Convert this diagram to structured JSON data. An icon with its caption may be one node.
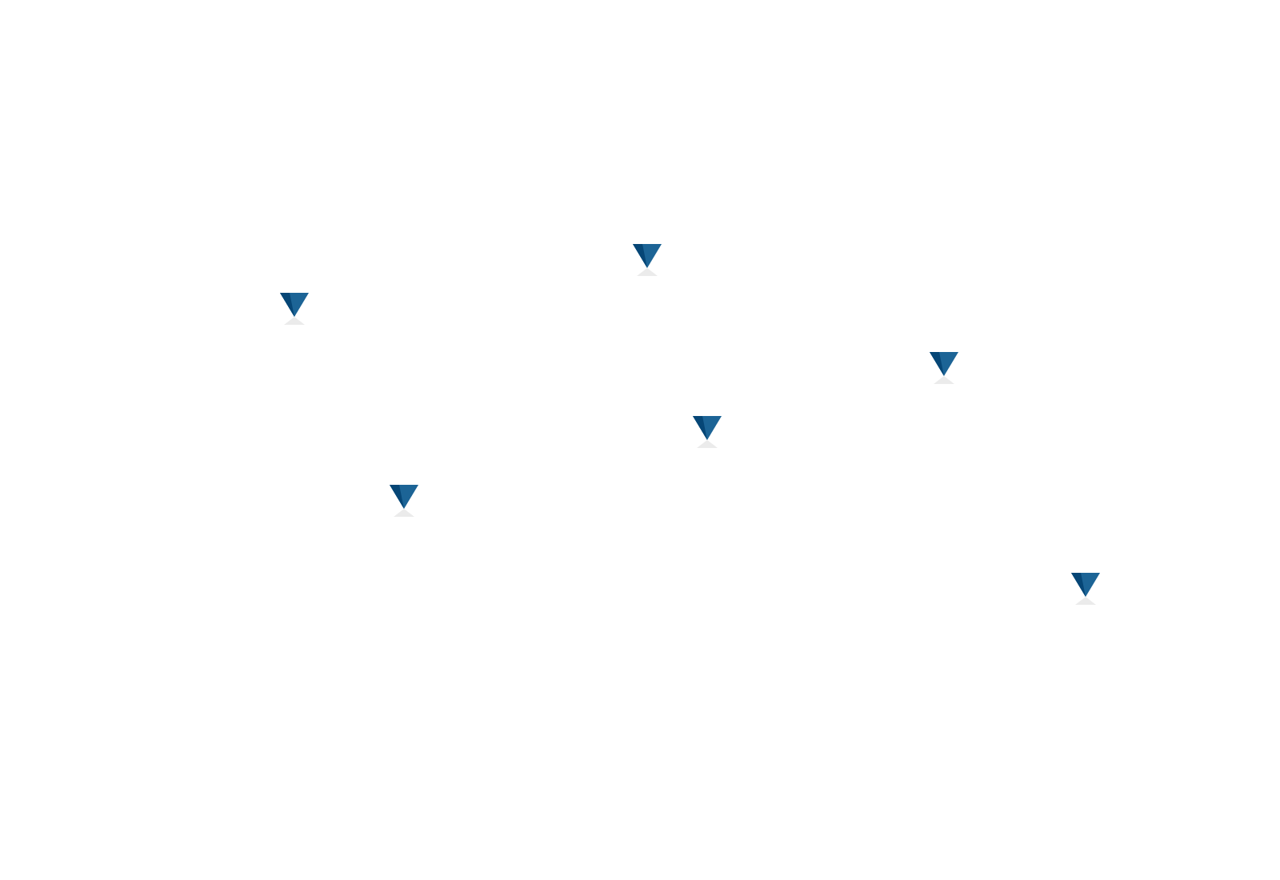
{
  "diagram": {
    "nodes": [
      {
        "text": [],
        "shape": "triangle"
      },
      {
        "text": [],
        "shape": "triangle"
      },
      {
        "text": [],
        "shape": "triangle"
      },
      {
        "text": [],
        "shape": "triangle"
      },
      {
        "text": [],
        "shape": "triangle"
      },
      {
        "text": [],
        "shape": "triangle"
      }
    ]
  }
}
